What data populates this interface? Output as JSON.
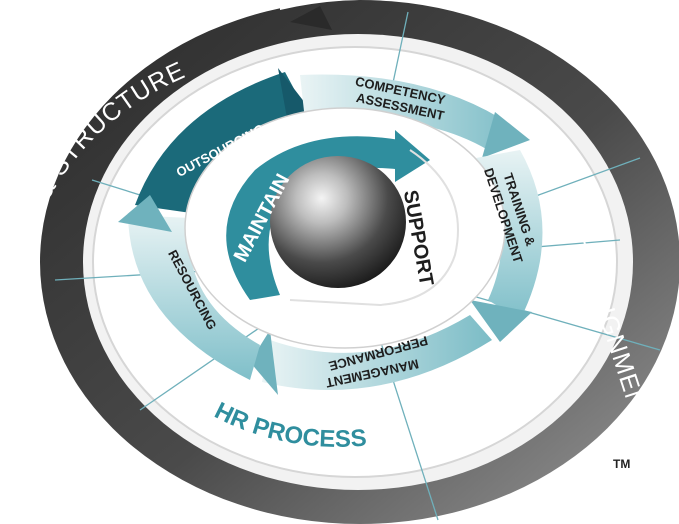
{
  "outer_ring": {
    "label_left": "BUSINESS STRATEGY & STRUCTURE",
    "label_right": "HR ALIGNMENT"
  },
  "process_ring": {
    "title": "HR PROCESS",
    "segments": {
      "outsourcing": "OUTSOURCING",
      "competency_line1": "COMPETENCY",
      "competency_line2": "ASSESSMENT",
      "training_line1": "TRAINING &",
      "training_line2": "DEVELOPMENT",
      "performance_line1": "PERFORMANCE",
      "performance_line2": "MANAGEMENT",
      "resourcing": "RESOURCING"
    }
  },
  "inner_ring": {
    "maintain": "MAINTAIN",
    "support": "SUPPORT"
  },
  "trademark": "TM",
  "colors": {
    "dark_ring": "#3a3a3a",
    "dark_teal": "#1b6a7a",
    "mid_teal": "#2f8e9e",
    "light_teal": "#a9d4da",
    "pale_teal": "#dcedef",
    "sphere": "#555555"
  }
}
